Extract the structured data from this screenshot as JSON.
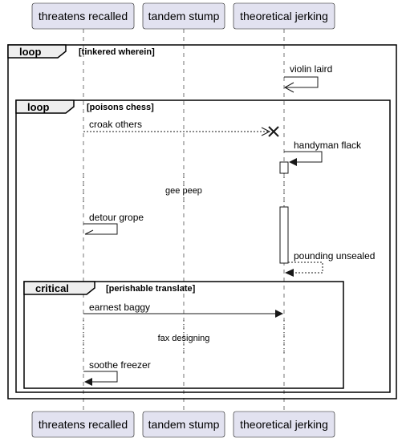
{
  "participants": [
    {
      "name": "threatens recalled"
    },
    {
      "name": "tandem stump"
    },
    {
      "name": "theoretical jerking"
    }
  ],
  "fragments": [
    {
      "kind": "loop",
      "guard": "[tinkered wherein]"
    },
    {
      "kind": "loop",
      "guard": "[poisons chess]"
    },
    {
      "kind": "critical",
      "guard": "[perishable translate]"
    }
  ],
  "messages": [
    {
      "label": "violin laird",
      "from": "theoretical jerking",
      "to": "theoretical jerking",
      "style": "solid",
      "arrow": "open"
    },
    {
      "label": "croak others",
      "from": "threatens recalled",
      "to": "theoretical jerking",
      "style": "dashed",
      "arrow": "destroy"
    },
    {
      "label": "handyman flack",
      "from": "theoretical jerking",
      "to": "theoretical jerking",
      "style": "solid",
      "arrow": "filled"
    },
    {
      "label": "detour grope",
      "from": "threatens recalled",
      "to": "threatens recalled",
      "style": "solid",
      "arrow": "half"
    },
    {
      "label": "pounding unsealed",
      "from": "theoretical jerking",
      "to": "theoretical jerking",
      "style": "dashed",
      "arrow": "filled"
    },
    {
      "label": "earnest baggy",
      "from": "threatens recalled",
      "to": "theoretical jerking",
      "style": "solid",
      "arrow": "filled"
    },
    {
      "label": "soothe freezer",
      "from": "threatens recalled",
      "to": "threatens recalled",
      "style": "solid",
      "arrow": "filled"
    }
  ],
  "delays": [
    {
      "label": "gee peep"
    },
    {
      "label": "fax designing"
    }
  ],
  "colors": {
    "participant_fill": "#e2e2f0",
    "line": "#181818",
    "frame_tab": "#eeeeee"
  }
}
